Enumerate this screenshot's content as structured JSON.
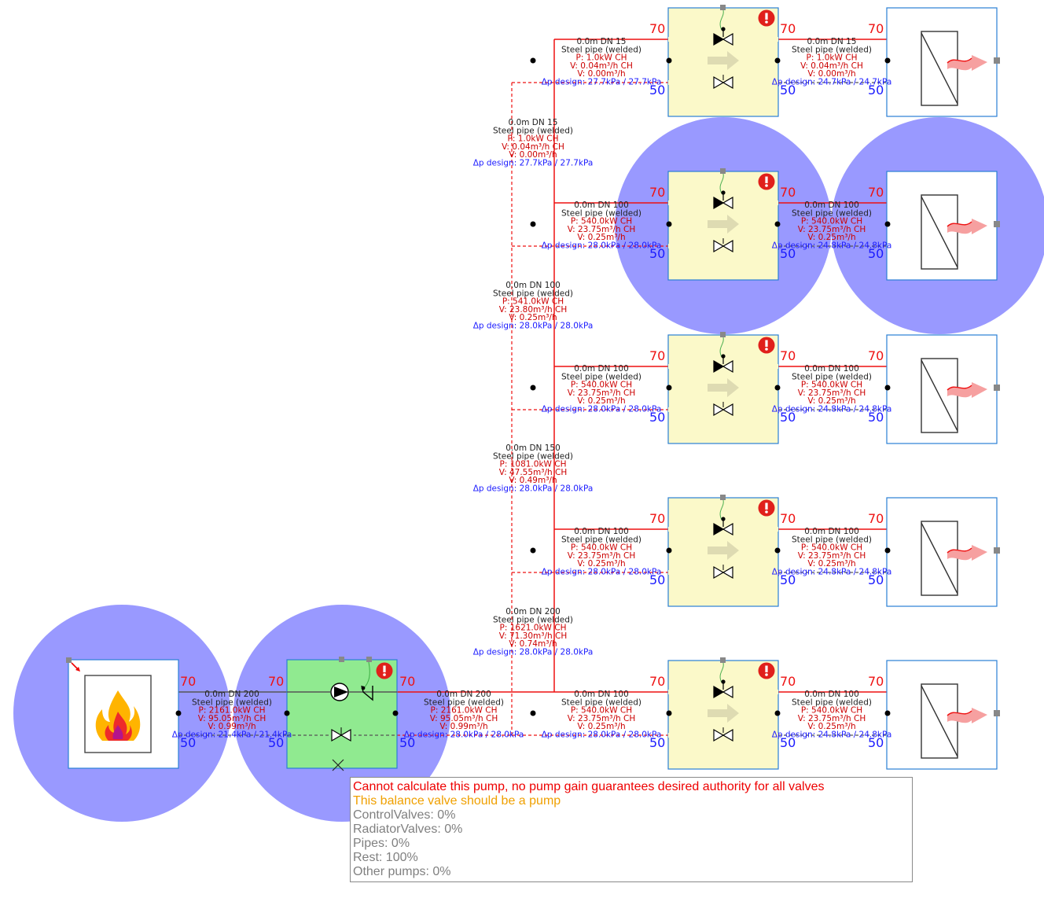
{
  "colors": {
    "supply": "#ee1111",
    "return": "#1a1aff",
    "highlight": "#9999ff",
    "valve_box": "#fbf9c9",
    "pump_box": "#90ea90",
    "warning": "#e0201b",
    "tooltip_error": "#ee0000",
    "tooltip_warning": "#f0a000",
    "tooltip_info": "#808080"
  },
  "icons": {
    "boiler": "flame-icon",
    "radiator": "heat-emitter-icon",
    "warning": "exclamation-icon",
    "pump": "pump-icon",
    "valve": "valve-icon"
  },
  "temps": {
    "supply": "70",
    "return": "50"
  },
  "source_pipe": {
    "line1": "0.0m DN 200",
    "line2": "Steel pipe (welded)",
    "line3": "P: 2161.0kW CH",
    "line4": "V: 95.05m³/h CH",
    "line5": "V: 0.99m³/h",
    "line6": "Δp design: 21.4kPa / 21.4kPa"
  },
  "main_pipe": {
    "line1": "0.0m DN 200",
    "line2": "Steel pipe (welded)",
    "line3": "P: 2161.0kW CH",
    "line4": "V: 95.05m³/h CH",
    "line5": "V: 0.99m³/h",
    "line6": "Δp design: 28.0kPa / 28.0kPa"
  },
  "riser_pipes": [
    {
      "line1": "0.0m DN 15",
      "line2": "Steel pipe (welded)",
      "line3": "P: 1.0kW CH",
      "line4": "V: 0.04m³/h CH",
      "line5": "V: 0.00m³/h",
      "line6": "Δp design: 27.7kPa / 27.7kPa"
    },
    {
      "line1": "0.0m DN 100",
      "line2": "Steel pipe (welded)",
      "line3": "P: 541.0kW CH",
      "line4": "V: 23.80m³/h CH",
      "line5": "V: 0.25m³/h",
      "line6": "Δp design: 28.0kPa / 28.0kPa"
    },
    {
      "line1": "0.0m DN 150",
      "line2": "Steel pipe (welded)",
      "line3": "P: 1081.0kW CH",
      "line4": "V: 47.55m³/h CH",
      "line5": "V: 0.49m³/h",
      "line6": "Δp design: 28.0kPa / 28.0kPa"
    },
    {
      "line1": "0.0m DN 200",
      "line2": "Steel pipe (welded)",
      "line3": "P: 1621.0kW CH",
      "line4": "V: 71.30m³/h CH",
      "line5": "V: 0.74m³/h",
      "line6": "Δp design: 28.0kPa / 28.0kPa"
    }
  ],
  "branches": [
    {
      "left": {
        "line1": "0.0m DN 15",
        "line2": "Steel pipe (welded)",
        "line3": "P: 1.0kW CH",
        "line4": "V: 0.04m³/h CH",
        "line5": "V: 0.00m³/h",
        "line6": "Δp design: 27.7kPa / 27.7kPa"
      },
      "right": {
        "line1": "0.0m DN 15",
        "line2": "Steel pipe (welded)",
        "line3": "P: 1.0kW CH",
        "line4": "V: 0.04m³/h CH",
        "line5": "V: 0.00m³/h",
        "line6": "Δp design: 24.7kPa / 24.7kPa"
      }
    },
    {
      "left": {
        "line1": "0.0m DN 100",
        "line2": "Steel pipe (welded)",
        "line3": "P: 540.0kW CH",
        "line4": "V: 23.75m³/h CH",
        "line5": "V: 0.25m³/h",
        "line6": "Δp design: 28.0kPa / 28.0kPa"
      },
      "right": {
        "line1": "0.0m DN 100",
        "line2": "Steel pipe (welded)",
        "line3": "P: 540.0kW CH",
        "line4": "V: 23.75m³/h CH",
        "line5": "V: 0.25m³/h",
        "line6": "Δp design: 24.8kPa / 24.8kPa"
      }
    },
    {
      "left": {
        "line1": "0.0m DN 100",
        "line2": "Steel pipe (welded)",
        "line3": "P: 540.0kW CH",
        "line4": "V: 23.75m³/h CH",
        "line5": "V: 0.25m³/h",
        "line6": "Δp design: 28.0kPa / 28.0kPa"
      },
      "right": {
        "line1": "0.0m DN 100",
        "line2": "Steel pipe (welded)",
        "line3": "P: 540.0kW CH",
        "line4": "V: 23.75m³/h CH",
        "line5": "V: 0.25m³/h",
        "line6": "Δp design: 24.8kPa / 24.8kPa"
      }
    },
    {
      "left": {
        "line1": "0.0m DN 100",
        "line2": "Steel pipe (welded)",
        "line3": "P: 540.0kW CH",
        "line4": "V: 23.75m³/h CH",
        "line5": "V: 0.25m³/h",
        "line6": "Δp design: 28.0kPa / 28.0kPa"
      },
      "right": {
        "line1": "0.0m DN 100",
        "line2": "Steel pipe (welded)",
        "line3": "P: 540.0kW CH",
        "line4": "V: 23.75m³/h CH",
        "line5": "V: 0.25m³/h",
        "line6": "Δp design: 24.8kPa / 24.8kPa"
      }
    },
    {
      "left": {
        "line1": "0.0m DN 100",
        "line2": "Steel pipe (welded)",
        "line3": "P: 540.0kW CH",
        "line4": "V: 23.75m³/h CH",
        "line5": "V: 0.25m³/h",
        "line6": "Δp design: 28.0kPa / 28.0kPa"
      },
      "right": {
        "line1": "0.0m DN 100",
        "line2": "Steel pipe (welded)",
        "line3": "P: 540.0kW CH",
        "line4": "V: 23.75m³/h CH",
        "line5": "V: 0.25m³/h",
        "line6": "Δp design: 24.8kPa / 24.8kPa"
      }
    }
  ],
  "tooltip": {
    "error": "Cannot calculate this pump, no pump gain guarantees desired authority for all valves",
    "warning": "This balance valve should be a pump",
    "control_valves": "ControlValves: 0%",
    "radiator_valves": "RadiatorValves: 0%",
    "pipes": "Pipes: 0%",
    "rest": "Rest: 100%",
    "other_pumps": "Other pumps: 0%"
  }
}
